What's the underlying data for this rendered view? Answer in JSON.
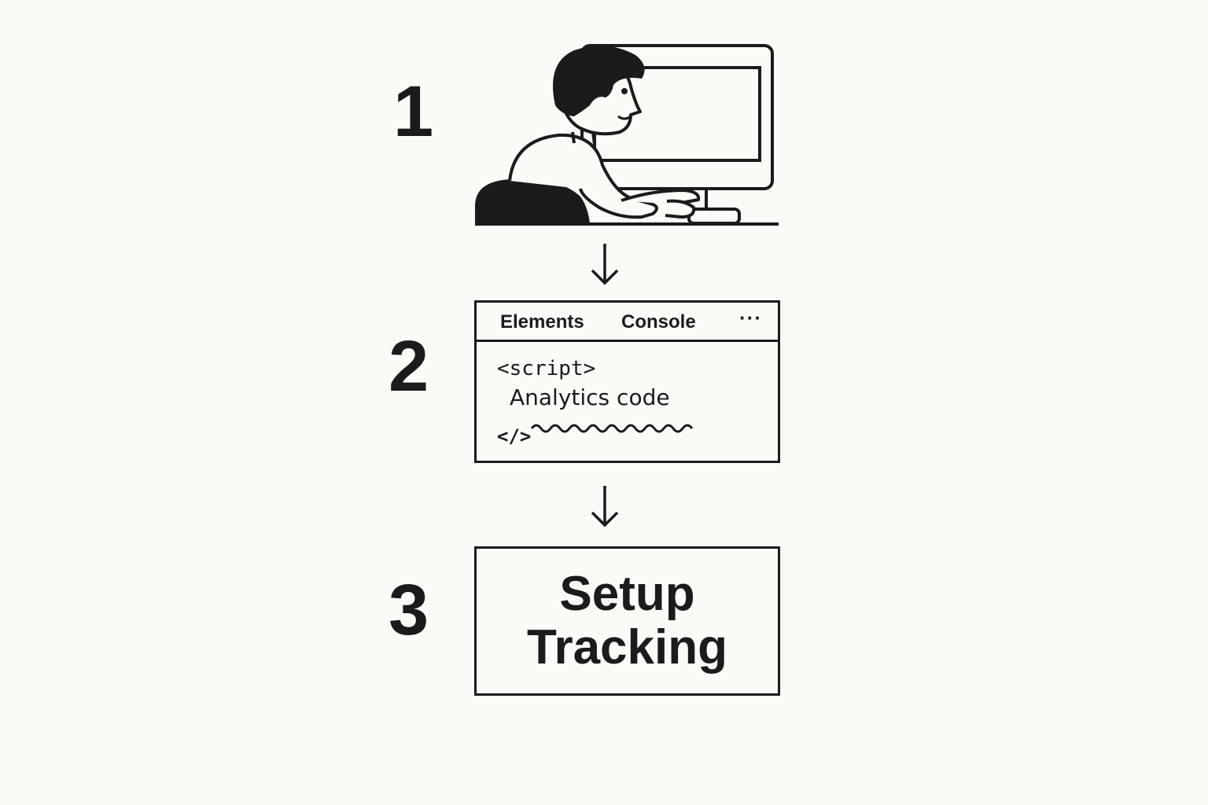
{
  "steps": [
    {
      "number": "1"
    },
    {
      "number": "2"
    },
    {
      "number": "3"
    }
  ],
  "devtools": {
    "tabs": [
      "Elements",
      "Console"
    ],
    "more": "···",
    "code_open": "<script>",
    "code_body": "Analytics code",
    "code_close": "</>"
  },
  "final_box": {
    "line1": "Setup",
    "line2": "Tracking"
  },
  "icons": {
    "person": "person-at-computer-icon",
    "arrow": "arrow-down-icon"
  },
  "colors": {
    "background": "#fbfaf6",
    "ink": "#1b1b1b"
  }
}
